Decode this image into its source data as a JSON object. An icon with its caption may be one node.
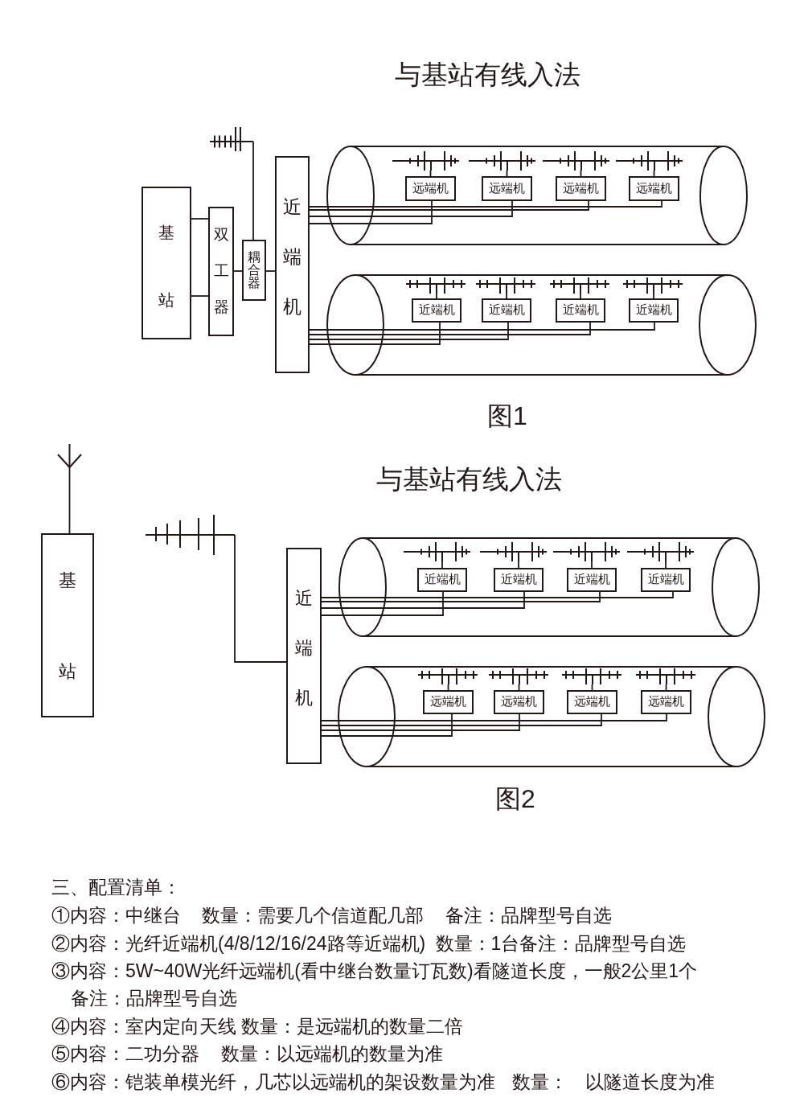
{
  "diagram": {
    "nodes": [
      {
        "text": [
          "基站"
        ]
      },
      {
        "text": [
          "双工器"
        ]
      },
      {
        "text": [
          "耦合器"
        ]
      },
      {
        "text": [],
        "shape": "antenna"
      },
      {
        "text": [
          "近端机"
        ]
      },
      {
        "text": [],
        "shape": "cylinder"
      },
      {
        "text": [
          "远端机"
        ],
        "in": 5
      },
      {
        "text": [
          "远端机"
        ],
        "in": 5
      },
      {
        "text": [
          "远端机"
        ],
        "in": 5
      },
      {
        "text": [
          "远端机"
        ],
        "in": 5
      },
      {
        "text": [],
        "shape": "antenna",
        "in": 5
      },
      {
        "text": [],
        "shape": "antenna",
        "in": 5
      },
      {
        "text": [],
        "shape": "antenna",
        "in": 5
      },
      {
        "text": [],
        "shape": "antenna",
        "in": 5
      },
      {
        "text": [],
        "shape": "cylinder"
      },
      {
        "text": [
          "近端机"
        ],
        "in": 14
      },
      {
        "text": [
          "近端机"
        ],
        "in": 14
      },
      {
        "text": [
          "近端机"
        ],
        "in": 14
      },
      {
        "text": [
          "近端机"
        ],
        "in": 14
      },
      {
        "text": [],
        "shape": "antenna",
        "in": 14
      },
      {
        "text": [],
        "shape": "antenna",
        "in": 14
      },
      {
        "text": [],
        "shape": "antenna",
        "in": 14
      },
      {
        "text": [],
        "shape": "antenna",
        "in": 14
      },
      {
        "text": [
          "基站"
        ]
      },
      {
        "text": [],
        "shape": "antenna"
      },
      {
        "text": [],
        "shape": "antenna"
      },
      {
        "text": [
          "近端机"
        ]
      },
      {
        "text": [],
        "shape": "cylinder"
      },
      {
        "text": [
          "近端机"
        ],
        "in": 27
      },
      {
        "text": [
          "近端机"
        ],
        "in": 27
      },
      {
        "text": [
          "近端机"
        ],
        "in": 27
      },
      {
        "text": [
          "近端机"
        ],
        "in": 27
      },
      {
        "text": [],
        "shape": "antenna",
        "in": 27
      },
      {
        "text": [],
        "shape": "antenna",
        "in": 27
      },
      {
        "text": [],
        "shape": "antenna",
        "in": 27
      },
      {
        "text": [],
        "shape": "antenna",
        "in": 27
      },
      {
        "text": [],
        "shape": "cylinder"
      },
      {
        "text": [
          "远端机"
        ],
        "in": 36
      },
      {
        "text": [
          "远端机"
        ],
        "in": 36
      },
      {
        "text": [
          "远端机"
        ],
        "in": 36
      },
      {
        "text": [
          "远端机"
        ],
        "in": 36
      },
      {
        "text": [],
        "shape": "antenna",
        "in": 36
      },
      {
        "text": [],
        "shape": "antenna",
        "in": 36
      },
      {
        "text": [],
        "shape": "antenna",
        "in": 36
      },
      {
        "text": [],
        "shape": "antenna",
        "in": 36
      }
    ],
    "edges": [
      {
        "from": 0,
        "to": 1,
        "arrow": "none"
      },
      {
        "from": 0,
        "to": 1,
        "arrow": "none"
      },
      {
        "from": 1,
        "to": 2,
        "arrow": "none"
      },
      {
        "from": 3,
        "to": 2,
        "arrow": "none"
      },
      {
        "from": 2,
        "to": 4,
        "arrow": "none"
      },
      {
        "from": 4,
        "to": 6,
        "arrow": "none"
      },
      {
        "from": 4,
        "to": 7,
        "arrow": "none"
      },
      {
        "from": 4,
        "to": 8,
        "arrow": "none"
      },
      {
        "from": 4,
        "to": 9,
        "arrow": "none"
      },
      {
        "from": 6,
        "to": 10,
        "arrow": "none"
      },
      {
        "from": 7,
        "to": 11,
        "arrow": "none"
      },
      {
        "from": 8,
        "to": 12,
        "arrow": "none"
      },
      {
        "from": 9,
        "to": 13,
        "arrow": "none"
      },
      {
        "from": 4,
        "to": 15,
        "arrow": "none"
      },
      {
        "from": 4,
        "to": 16,
        "arrow": "none"
      },
      {
        "from": 4,
        "to": 17,
        "arrow": "none"
      },
      {
        "from": 4,
        "to": 18,
        "arrow": "none"
      },
      {
        "from": 15,
        "to": 19,
        "arrow": "none"
      },
      {
        "from": 16,
        "to": 20,
        "arrow": "none"
      },
      {
        "from": 17,
        "to": 21,
        "arrow": "none"
      },
      {
        "from": 18,
        "to": 22,
        "arrow": "none"
      },
      {
        "from": 23,
        "to": 24,
        "arrow": "none"
      },
      {
        "from": 25,
        "to": 26,
        "arrow": "none"
      },
      {
        "from": 26,
        "to": 28,
        "arrow": "none"
      },
      {
        "from": 26,
        "to": 29,
        "arrow": "none"
      },
      {
        "from": 26,
        "to": 30,
        "arrow": "none"
      },
      {
        "from": 26,
        "to": 31,
        "arrow": "none"
      },
      {
        "from": 28,
        "to": 32,
        "arrow": "none"
      },
      {
        "from": 29,
        "to": 33,
        "arrow": "none"
      },
      {
        "from": 30,
        "to": 34,
        "arrow": "none"
      },
      {
        "from": 31,
        "to": 35,
        "arrow": "none"
      },
      {
        "from": 26,
        "to": 37,
        "arrow": "none"
      },
      {
        "from": 26,
        "to": 38,
        "arrow": "none"
      },
      {
        "from": 26,
        "to": 39,
        "arrow": "none"
      },
      {
        "from": 26,
        "to": 40,
        "arrow": "none"
      },
      {
        "from": 37,
        "to": 41,
        "arrow": "none"
      },
      {
        "from": 38,
        "to": 42,
        "arrow": "none"
      },
      {
        "from": 39,
        "to": 43,
        "arrow": "none"
      },
      {
        "from": 40,
        "to": 44,
        "arrow": "none"
      }
    ],
    "labels": [
      "与基站有线入法",
      "图1",
      "与基站有线入法",
      "图2",
      "三、配置清单：",
      "①内容：中继台 数量：需要几个信道配几部 备注：品牌型号自选",
      "②内容：光纤近端机(4/8/12/16/24路等近端机) 数量：1台备注：品牌型号自选",
      "③内容：5W~40W光纤远端机(看中继台数量订瓦数)看隧道长度，一般2公里1个备注：品牌型号自选",
      "④内容：室内定向天线 数量：是远端机的数量二倍",
      "⑤内容：二功分器 数量：以远端机的数量为准",
      "⑥内容：铠装单模光纤，几芯以远端机的架设数量为准 数量： 以隧道长度为准"
    ]
  }
}
